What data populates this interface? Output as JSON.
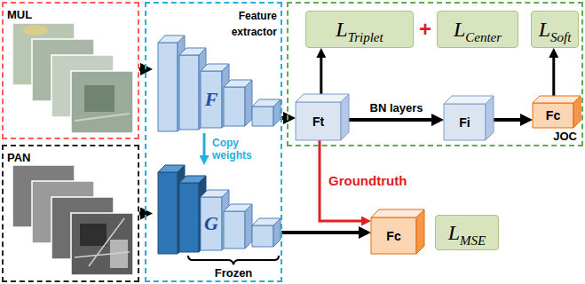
{
  "diagram": {
    "nodes": [
      {
        "text": [
          "MUL"
        ]
      },
      {
        "text": [
          "PAN"
        ]
      },
      {
        "text": [
          "Feature extractor"
        ]
      },
      {
        "text": [
          "F"
        ],
        "in": 2
      },
      {
        "text": [
          "G"
        ],
        "in": 2
      },
      {
        "text": [
          "JOC"
        ]
      },
      {
        "text": [
          "L",
          "Triplet"
        ],
        "in": 5
      },
      {
        "text": [
          "L",
          "Center"
        ],
        "in": 5
      },
      {
        "text": [
          "L",
          "Soft"
        ],
        "in": 5
      },
      {
        "text": [
          "Ft"
        ],
        "in": 5
      },
      {
        "text": [
          "Fi"
        ],
        "in": 5
      },
      {
        "text": [
          "Fc"
        ],
        "in": 5
      },
      {
        "text": [
          "Fc"
        ]
      },
      {
        "text": [
          "L",
          "MSE"
        ]
      }
    ],
    "edges": [
      {
        "from": 0,
        "to": 3,
        "arrow": "to"
      },
      {
        "from": 1,
        "to": 4,
        "arrow": "to"
      },
      {
        "from": 3,
        "to": 4,
        "label": "Copy weights",
        "arrow": "to"
      },
      {
        "from": 3,
        "to": 9,
        "arrow": "to"
      },
      {
        "from": 4,
        "to": 12,
        "arrow": "to"
      },
      {
        "from": 9,
        "to": 6,
        "arrow": "to"
      },
      {
        "from": 9,
        "to": 10,
        "label": "BN layers",
        "arrow": "to"
      },
      {
        "from": 10,
        "to": 11,
        "arrow": "to"
      },
      {
        "from": 11,
        "to": 8,
        "arrow": "to"
      },
      {
        "from": 9,
        "to": 12,
        "label": "Groundtruth",
        "arrow": "to"
      }
    ],
    "labels": [
      "+",
      "Frozen"
    ]
  }
}
